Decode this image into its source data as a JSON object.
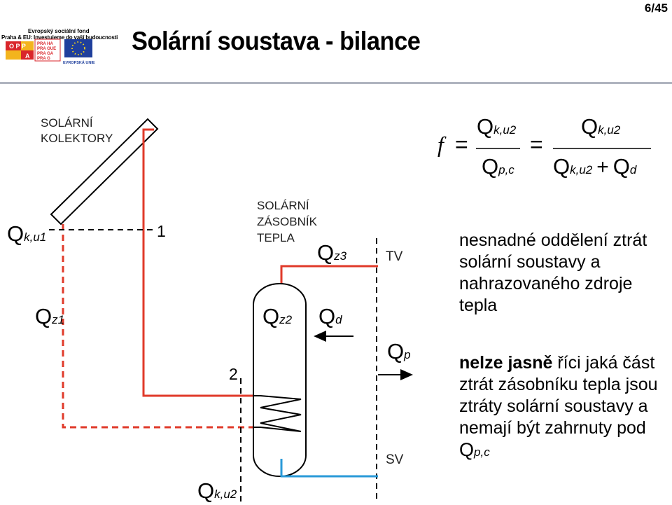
{
  "header": {
    "page_number": "6/45",
    "logo_line1": "Evropský sociální fond",
    "logo_line2": "Praha & EU: Investujeme do vaší budoucnosti",
    "logo_tiles": [
      "O P P",
      "A",
      "PRA HA",
      "PRA GUE",
      "PRA GA",
      "PRA G"
    ],
    "logo_eu_label": "EVROPSKÁ UNIE",
    "title": "Solární soustava - bilance"
  },
  "diagram": {
    "collector_label_1": "SOLÁRNÍ",
    "collector_label_2": "KOLEKTORY",
    "tank_label_1": "SOLÁRNÍ",
    "tank_label_2": "ZÁSOBNÍK",
    "tank_label_3": "TEPLA",
    "node_1": "1",
    "node_2": "2",
    "tv_label": "TV",
    "sv_label": "SV",
    "q_symbol": "Q",
    "sub_k_u1": "k,u1",
    "sub_z1": "z1",
    "sub_z2": "z2",
    "sub_z3": "z3",
    "sub_d": "d",
    "sub_p": "p",
    "sub_k_u2": "k,u2",
    "colors": {
      "supply": "#e03a2a",
      "cold_water": "#2a9ad8",
      "dashed": "#000000",
      "tank": "#000000"
    }
  },
  "formula": {
    "f": "f",
    "eq": "=",
    "plus": "+",
    "Q": "Q",
    "num_sub": "k,u2",
    "den1_sub": "p,c",
    "den2_sub_a": "k,u2",
    "den2_sub_b": "d"
  },
  "text": {
    "paragraph1": "nesnadné oddělení ztrát solární soustavy a nahrazovaného zdroje tepla",
    "paragraph2_bold": "nelze jasně",
    "paragraph2_rest": " říci jaká část ztrát zásobníku tepla jsou ztráty solární soustavy a nemají být zahrnuty pod",
    "paragraph2_symbol": "Q",
    "paragraph2_sub": "p,c"
  }
}
